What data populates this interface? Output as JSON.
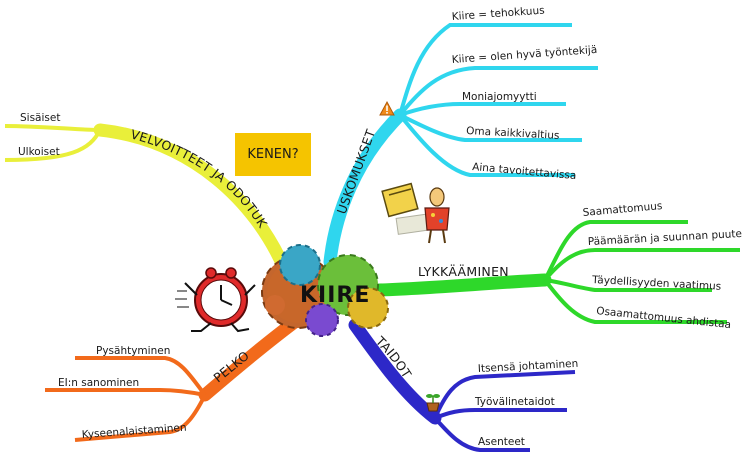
{
  "center": "KIIRE",
  "note": "KENEN?",
  "branches": {
    "uskomukset": {
      "label": "USKOMUKSET",
      "color": "#2fd6ee",
      "items": [
        "Kiire = tehokkuus",
        "Kiire = olen hyvä työntekijä",
        "Moniajomyytti",
        "Oma kaikkivaltius",
        "Aina tavoitettavissa"
      ]
    },
    "velvoitteet": {
      "label": "VELVOITTEET JA ODOTUKSET",
      "color": "#e9ef3a",
      "items": [
        "Sisäiset",
        "Ulkoiset"
      ]
    },
    "lykkaaminen": {
      "label": "LYKKÄÄMINEN",
      "color": "#2ed82a",
      "items": [
        "Saamattomuus",
        "Päämäärän ja suunnan puute",
        "Täydellisyyden vaatimus",
        "Osaamattomuus ahdistaa"
      ]
    },
    "pelko": {
      "label": "PELKO",
      "color": "#f26a1b",
      "items": [
        "Pysähtyminen",
        "EI:n sanominen",
        "Kyseenalaistaminen"
      ]
    },
    "taidot": {
      "label": "TAIDOT",
      "color": "#2d28c8",
      "items": [
        "Itsensä johtaminen",
        "Työvälinetaidot",
        "Asenteet"
      ]
    }
  },
  "icons": [
    "warning-icon",
    "calendar-person-icon",
    "running-clock-icon",
    "sprout-icon"
  ]
}
